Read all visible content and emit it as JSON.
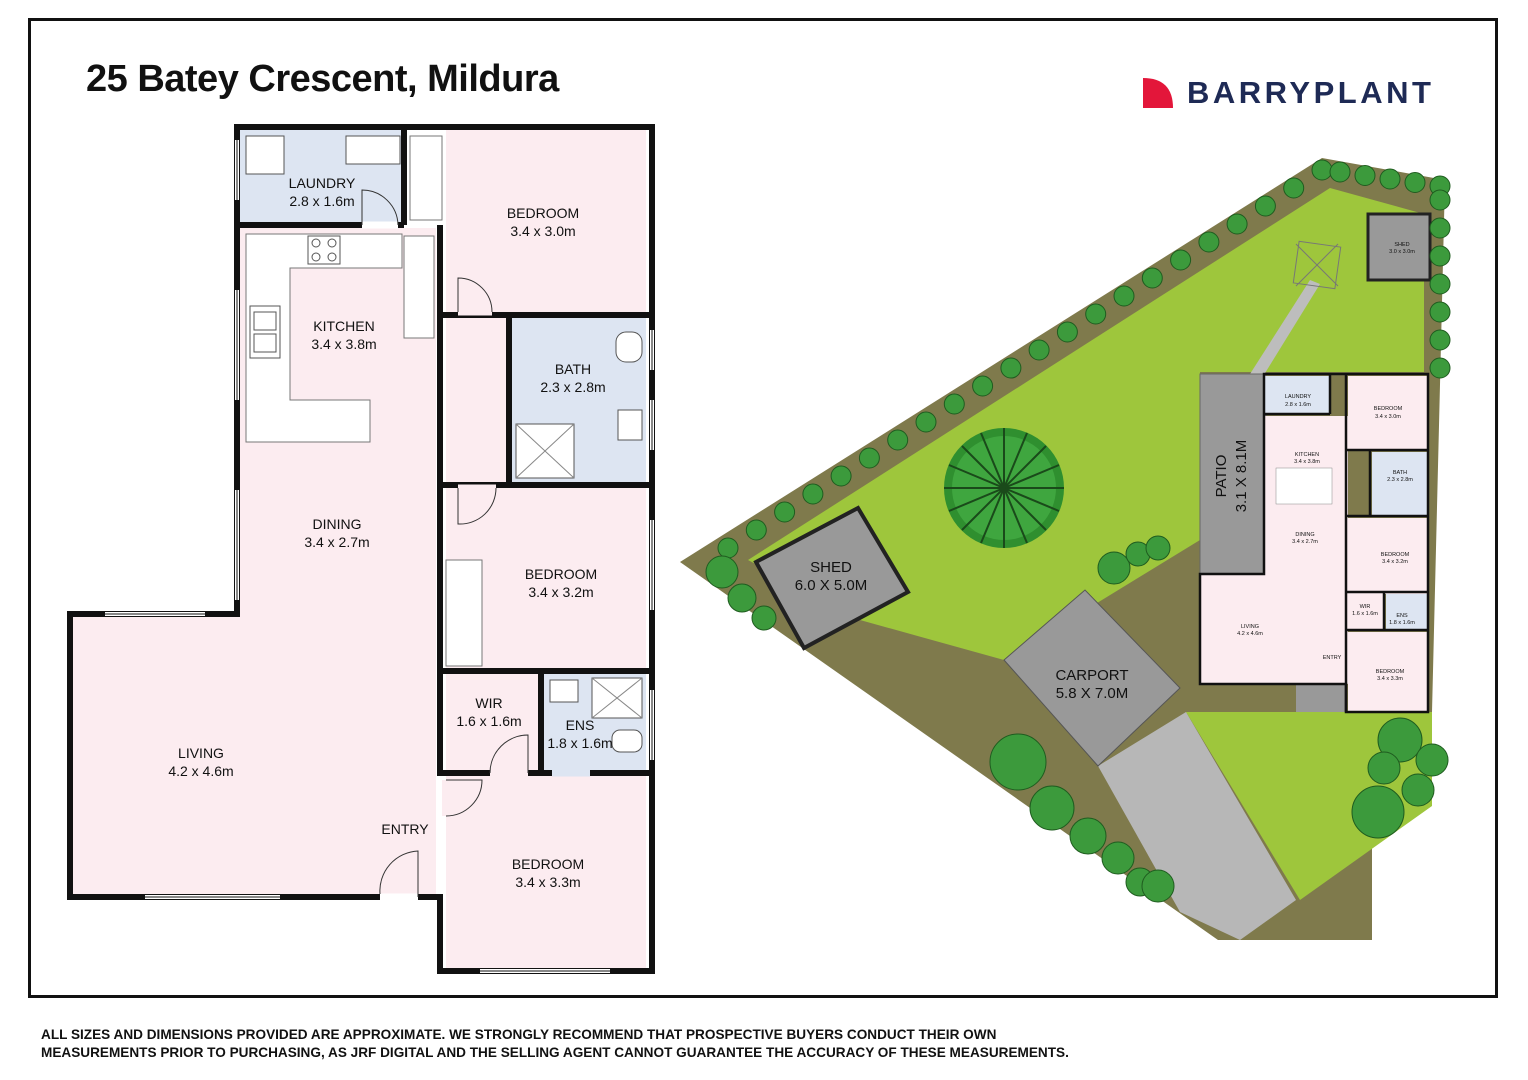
{
  "header": {
    "title": "25 Batey Crescent, Mildura",
    "brand": "BARRYPLANT",
    "brand_color": "#1e2a55",
    "brand_mark_color": "#e3163a"
  },
  "colors": {
    "wall": "#111111",
    "room_pink": "#fcecf0",
    "room_blue": "#dde5f2",
    "grass": "#9ec63c",
    "garden_bed": "#7f7a4c",
    "shed_grey": "#999999",
    "paving": "#b7b7b7"
  },
  "floorplan": {
    "rooms": {
      "laundry": {
        "name": "LAUNDRY",
        "size": "2.8 x 1.6m"
      },
      "kitchen": {
        "name": "KITCHEN",
        "size": "3.4 x 3.8m"
      },
      "dining": {
        "name": "DINING",
        "size": "3.4 x 2.7m"
      },
      "living": {
        "name": "LIVING",
        "size": "4.2 x 4.6m"
      },
      "entry": {
        "name": "ENTRY"
      },
      "bedroom1": {
        "name": "BEDROOM",
        "size": "3.4 x 3.0m"
      },
      "bath": {
        "name": "BATH",
        "size": "2.3 x 2.8m"
      },
      "bedroom2": {
        "name": "BEDROOM",
        "size": "3.4 x 3.2m"
      },
      "wir": {
        "name": "WIR",
        "size": "1.6 x 1.6m"
      },
      "ens": {
        "name": "ENS",
        "size": "1.8 x 1.6m"
      },
      "bedroom3": {
        "name": "BEDROOM",
        "size": "3.4 x 3.3m"
      }
    }
  },
  "siteplan": {
    "shed_large": {
      "name": "SHED",
      "size": "6.0 X 5.0M"
    },
    "shed_small": {
      "name": "SHED",
      "size": "3.0 x 3.0m"
    },
    "carport": {
      "name": "CARPORT",
      "size": "5.8 X 7.0M"
    },
    "patio": {
      "name": "PATIO",
      "size": "3.1 X 8.1M"
    },
    "rooms": {
      "laundry": {
        "name": "LAUNDRY",
        "size": "2.8 x 1.6m"
      },
      "kitchen": {
        "name": "KITCHEN",
        "size": "3.4 x 3.8m"
      },
      "dining": {
        "name": "DINING",
        "size": "3.4 x 2.7m"
      },
      "living": {
        "name": "LIVING",
        "size": "4.2 x 4.6m"
      },
      "entry": {
        "name": "ENTRY"
      },
      "bedroom1": {
        "name": "BEDROOM",
        "size": "3.4 x 3.0m"
      },
      "bath": {
        "name": "BATH",
        "size": "2.3 x 2.8m"
      },
      "bedroom2": {
        "name": "BEDROOM",
        "size": "3.4 x 3.2m"
      },
      "wir": {
        "name": "WIR",
        "size": "1.6 x 1.6m"
      },
      "ens": {
        "name": "ENS",
        "size": "1.8 x 1.6m"
      },
      "bedroom3": {
        "name": "BEDROOM",
        "size": "3.4 x 3.3m"
      }
    }
  },
  "disclaimer": {
    "line1": "ALL SIZES AND DIMENSIONS PROVIDED ARE APPROXIMATE. WE STRONGLY RECOMMEND THAT PROSPECTIVE BUYERS CONDUCT THEIR OWN",
    "line2": "MEASUREMENTS PRIOR TO PURCHASING, AS JRF DIGITAL AND THE SELLING AGENT CANNOT GUARANTEE THE ACCURACY OF THESE MEASUREMENTS."
  }
}
